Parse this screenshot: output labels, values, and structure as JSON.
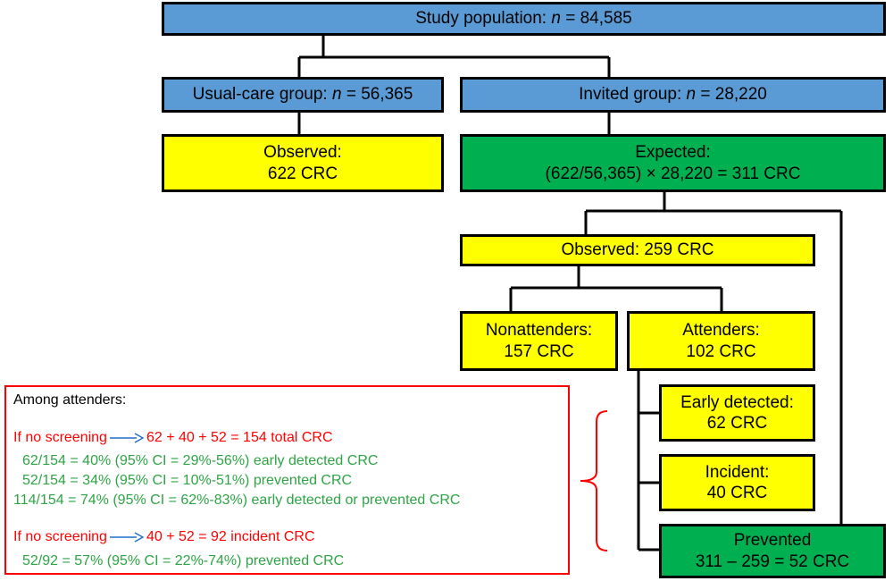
{
  "boxes": {
    "study_population": {
      "prefix": "Study population: ",
      "n": "n",
      "suffix": " = 84,585"
    },
    "usual_care": {
      "prefix": "Usual-care group: ",
      "n": "n",
      "suffix": " = 56,365"
    },
    "invited": {
      "prefix": "Invited group: ",
      "n": "n",
      "suffix": " = 28,220"
    },
    "observed_usual": {
      "line1": "Observed:",
      "line2": "622 CRC"
    },
    "expected": {
      "line1": "Expected:",
      "line2": "(622/56,365) × 28,220 = 311 CRC"
    },
    "observed_invited": {
      "line1": "Observed: 259 CRC"
    },
    "nonattenders": {
      "line1": "Nonattenders:",
      "line2": "157 CRC"
    },
    "attenders": {
      "line1": "Attenders:",
      "line2": "102 CRC"
    },
    "early_detected": {
      "line1": "Early detected:",
      "line2": "62 CRC"
    },
    "incident": {
      "line1": "Incident:",
      "line2": "40 CRC"
    },
    "prevented": {
      "line1": "Prevented",
      "line2": "311 – 259 = 52 CRC"
    }
  },
  "note": {
    "heading": "Among  attenders:",
    "line1_prefix": "If no screening",
    "line1_result": "62 + 40 + 52 = 154 total CRC",
    "line2": "62/154 = 40% (95% CI = 29%-56%) early detected CRC",
    "line3": "52/154 = 34% (95% CI = 10%-51%) prevented CRC",
    "line4": "114/154 = 74% (95% CI = 62%-83%) early detected or prevented CRC",
    "line5_prefix": "If no screening",
    "line5_result": "40 + 52 = 92 incident CRC",
    "line6": "52/92 = 57% (95% CI = 22%-74%) prevented CRC"
  },
  "colors": {
    "group_box": "#5b9bd5",
    "observed_box": "#ffff00",
    "expected_box": "#00b050",
    "note_border": "#ff0000",
    "note_green_text": "#2ea444",
    "arrow": "#1f6fd1"
  }
}
